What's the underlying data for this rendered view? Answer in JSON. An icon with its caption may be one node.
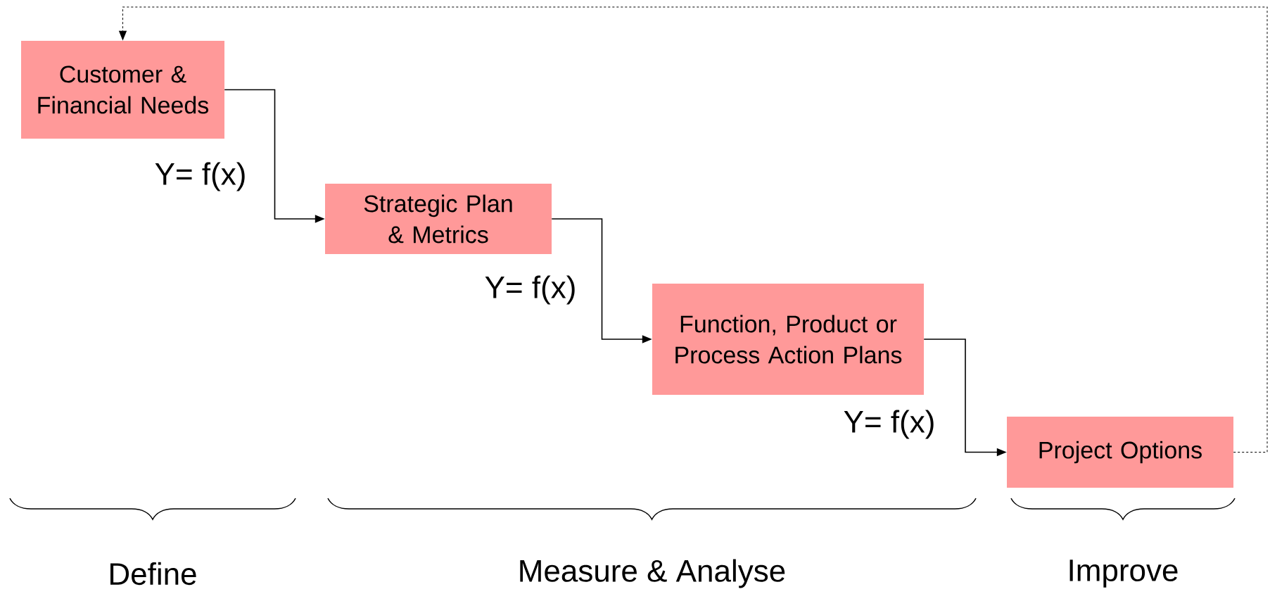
{
  "diagram": {
    "nodes": [
      {
        "text": [
          "Customer & Financial Needs"
        ]
      },
      {
        "text": [
          "Strategic Plan & Metrics"
        ]
      },
      {
        "text": [
          "Function, Product or Process Action Plans"
        ]
      },
      {
        "text": [
          "Project Options"
        ]
      }
    ],
    "edges": [
      {
        "from": 0,
        "to": 1,
        "arrow": "to"
      },
      {
        "from": 1,
        "to": 2,
        "arrow": "to"
      },
      {
        "from": 2,
        "to": 3,
        "arrow": "to"
      },
      {
        "from": 3,
        "to": 0,
        "arrow": "to",
        "style": "dashed"
      }
    ],
    "labels": [
      "Y= f(x)",
      "Y= f(x)",
      "Y= f(x)",
      "Define",
      "Measure & Analyse",
      "Improve"
    ]
  }
}
